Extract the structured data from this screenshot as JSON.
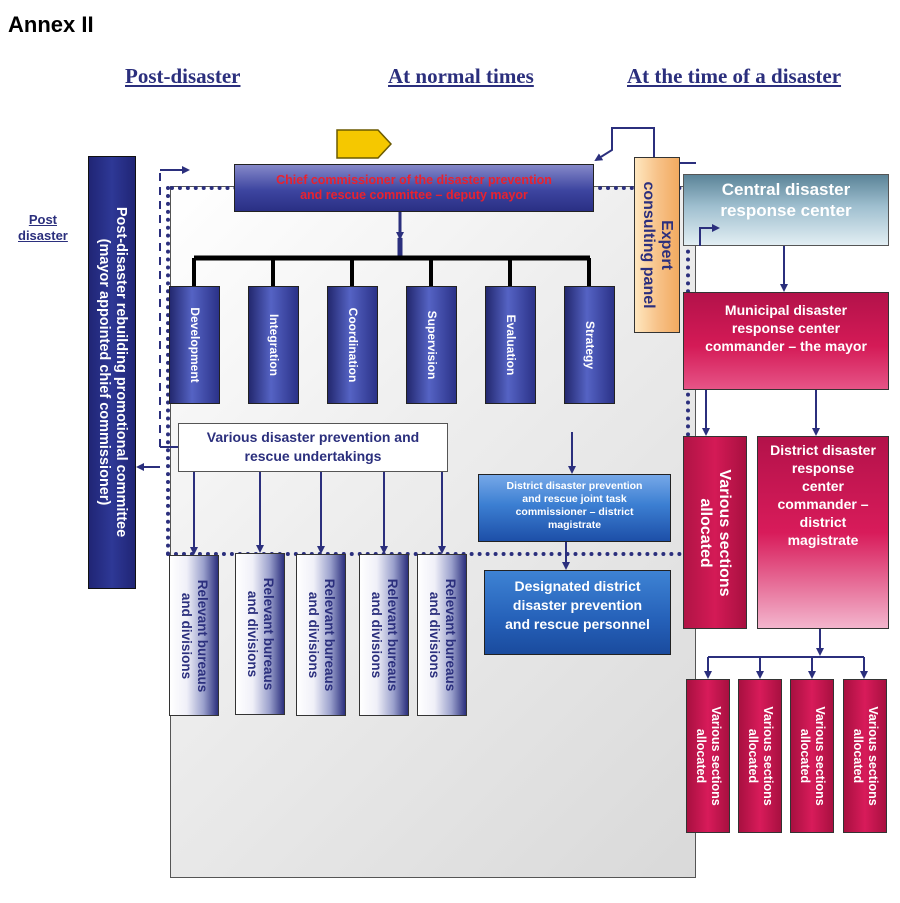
{
  "annex_title": "Annex II",
  "headings": {
    "post_disaster": "Post-disaster",
    "normal_times": "At normal times",
    "time_of_disaster": "At the time of a disaster"
  },
  "post_disaster_label": {
    "line1": "Post",
    "line2": "disaster"
  },
  "rebuilding_committee": {
    "line1": "Post-disaster rebuilding promotional committee",
    "line2": "(mayor appointed chief commissioner)"
  },
  "chief_commissioner": {
    "line1": "Chief commissioner of the disaster prevention",
    "line2": "and rescue committee – deputy mayor"
  },
  "functions": [
    "Development",
    "Integration",
    "Coordination",
    "Supervision",
    "Evaluation",
    "Strategy"
  ],
  "undertakings": {
    "line1": "Various disaster prevention and",
    "line2": "rescue undertakings"
  },
  "relevant_bureaus": {
    "line1": "Relevant bureaus",
    "line2": "and divisions"
  },
  "district_joint_task": {
    "line1": "District disaster prevention",
    "line2": "and rescue joint task",
    "line3": "commissioner – district",
    "line4": "magistrate"
  },
  "designated_personnel": {
    "line1": "Designated district",
    "line2": "disaster prevention",
    "line3": "and rescue personnel"
  },
  "expert_panel": {
    "line1": "Expert",
    "line2": "consulting panel"
  },
  "central_center": {
    "line1": "Central disaster",
    "line2": "response center"
  },
  "municipal_center": {
    "line1": "Municipal disaster",
    "line2": "response center",
    "line3": "commander – the mayor"
  },
  "various_sections": {
    "line1": "Various sections",
    "line2": "allocated"
  },
  "district_commander": {
    "line1": "District disaster",
    "line2": "response",
    "line3": "center",
    "line4": "commander –",
    "line5": "district",
    "line6": "magistrate"
  },
  "colors": {
    "navy": "#2b2f7d",
    "crimson": "#d41a56",
    "red_text": "#e8222f",
    "flag_yellow": "#f5c800"
  }
}
